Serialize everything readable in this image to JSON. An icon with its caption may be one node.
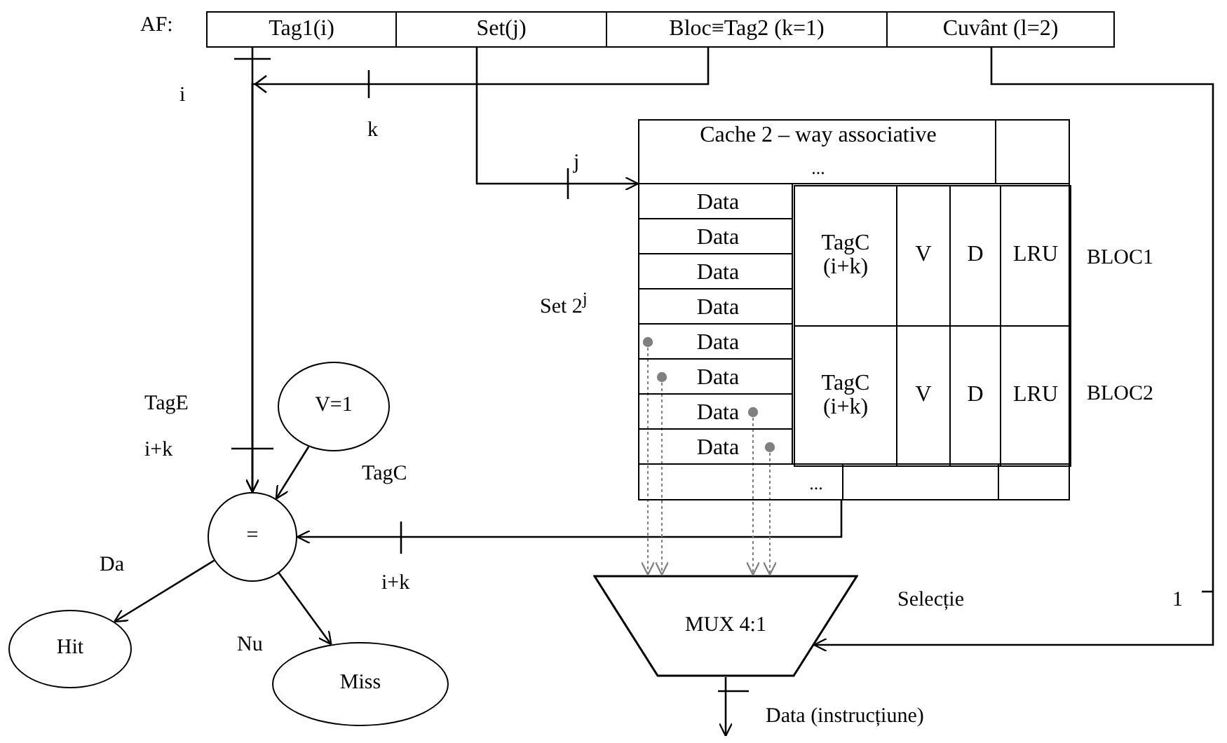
{
  "diagram": {
    "nodes": [
      {
        "text": [
          "Tag1(i)"
        ]
      },
      {
        "text": [
          "Set(j)"
        ]
      },
      {
        "text": [
          "Bloc≡Tag2 (k=1)"
        ]
      },
      {
        "text": [
          "Cuvânt (l=2)"
        ]
      },
      {
        "text": [
          "Cache 2 – way associative",
          "..."
        ]
      },
      {
        "text": [
          "Data"
        ],
        "in": 4
      },
      {
        "text": [
          "Data"
        ],
        "in": 4
      },
      {
        "text": [
          "Data"
        ],
        "in": 4
      },
      {
        "text": [
          "Data"
        ],
        "in": 4
      },
      {
        "text": [
          "TagC (i+k)"
        ],
        "in": 4
      },
      {
        "text": [
          "V"
        ],
        "in": 4
      },
      {
        "text": [
          "D"
        ],
        "in": 4
      },
      {
        "text": [
          "LRU"
        ],
        "in": 4
      },
      {
        "text": [
          "Data"
        ],
        "in": 4
      },
      {
        "text": [
          "Data"
        ],
        "in": 4
      },
      {
        "text": [
          "Data"
        ],
        "in": 4
      },
      {
        "text": [
          "Data"
        ],
        "in": 4
      },
      {
        "text": [
          "TagC (i+k)"
        ],
        "in": 4
      },
      {
        "text": [
          "V"
        ],
        "in": 4
      },
      {
        "text": [
          "D"
        ],
        "in": 4
      },
      {
        "text": [
          "LRU"
        ],
        "in": 4
      },
      {
        "text": [
          "..."
        ],
        "in": 4
      },
      {
        "text": [
          "V=1"
        ]
      },
      {
        "text": [
          "="
        ]
      },
      {
        "text": [
          "Hit"
        ]
      },
      {
        "text": [
          "Miss"
        ]
      },
      {
        "text": [
          "MUX 4:1"
        ]
      }
    ],
    "edges": [
      {
        "from": 0,
        "to": 23,
        "arrow": "to"
      },
      {
        "from": 2,
        "to": 23,
        "arrow": "to"
      },
      {
        "from": 1,
        "to": 4,
        "arrow": "to"
      },
      {
        "from": 3,
        "to": 26,
        "arrow": "to"
      },
      {
        "from": 22,
        "to": 23,
        "arrow": "to"
      },
      {
        "from": 4,
        "to": 23,
        "arrow": "to"
      },
      {
        "from": 23,
        "to": 24,
        "arrow": "to",
        "label": "Da"
      },
      {
        "from": 23,
        "to": 25,
        "arrow": "to",
        "label": "Nu"
      },
      {
        "from": 13,
        "to": 26,
        "arrow": "to",
        "style": "dashed",
        "color": "#808080"
      },
      {
        "from": 14,
        "to": 26,
        "arrow": "to",
        "style": "dashed",
        "color": "#808080"
      },
      {
        "from": 15,
        "to": 26,
        "arrow": "to",
        "style": "dashed",
        "color": "#808080"
      },
      {
        "from": 16,
        "to": 26,
        "arrow": "to",
        "style": "dashed",
        "color": "#808080"
      },
      {
        "from": 26,
        "to": null,
        "arrow": "to",
        "label": "Data (instrucțiune)"
      }
    ],
    "labels": [
      "AF:",
      "i",
      "k",
      "j",
      "BLOC1",
      "Set 2$^{j}$",
      "BLOC2",
      "TagE",
      "i+k",
      "TagC",
      "i+k",
      "Selecție",
      "1"
    ]
  }
}
